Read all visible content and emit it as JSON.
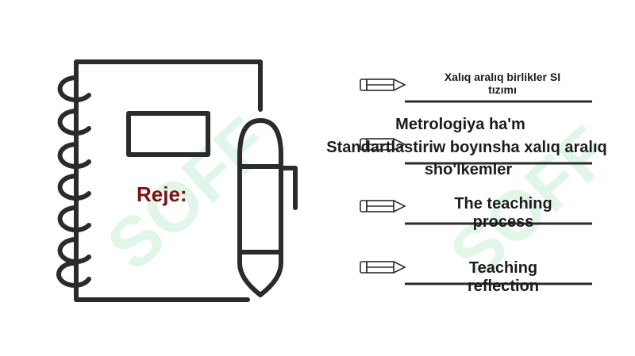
{
  "plan": {
    "heading": "Reje:",
    "items": [
      {
        "lines": [
          "Xalıq aralıq birlikler SI",
          "tızımı"
        ]
      },
      {
        "lines": [
          "Metrologiya ha'm",
          "Standartlastiriw boyınsha xalıq aralıq",
          "sho'lkemler"
        ]
      },
      {
        "lines": [
          "The teaching",
          "process"
        ]
      },
      {
        "lines": [
          "Teaching",
          "reflection"
        ]
      }
    ]
  },
  "watermark": {
    "text": "SOFF"
  },
  "colors": {
    "ink": "#2b2b2b",
    "heading": "#7a1212",
    "watermark": "#c8f0d8"
  },
  "icons": [
    "notebook-icon",
    "pen-icon",
    "pencil-icon"
  ]
}
